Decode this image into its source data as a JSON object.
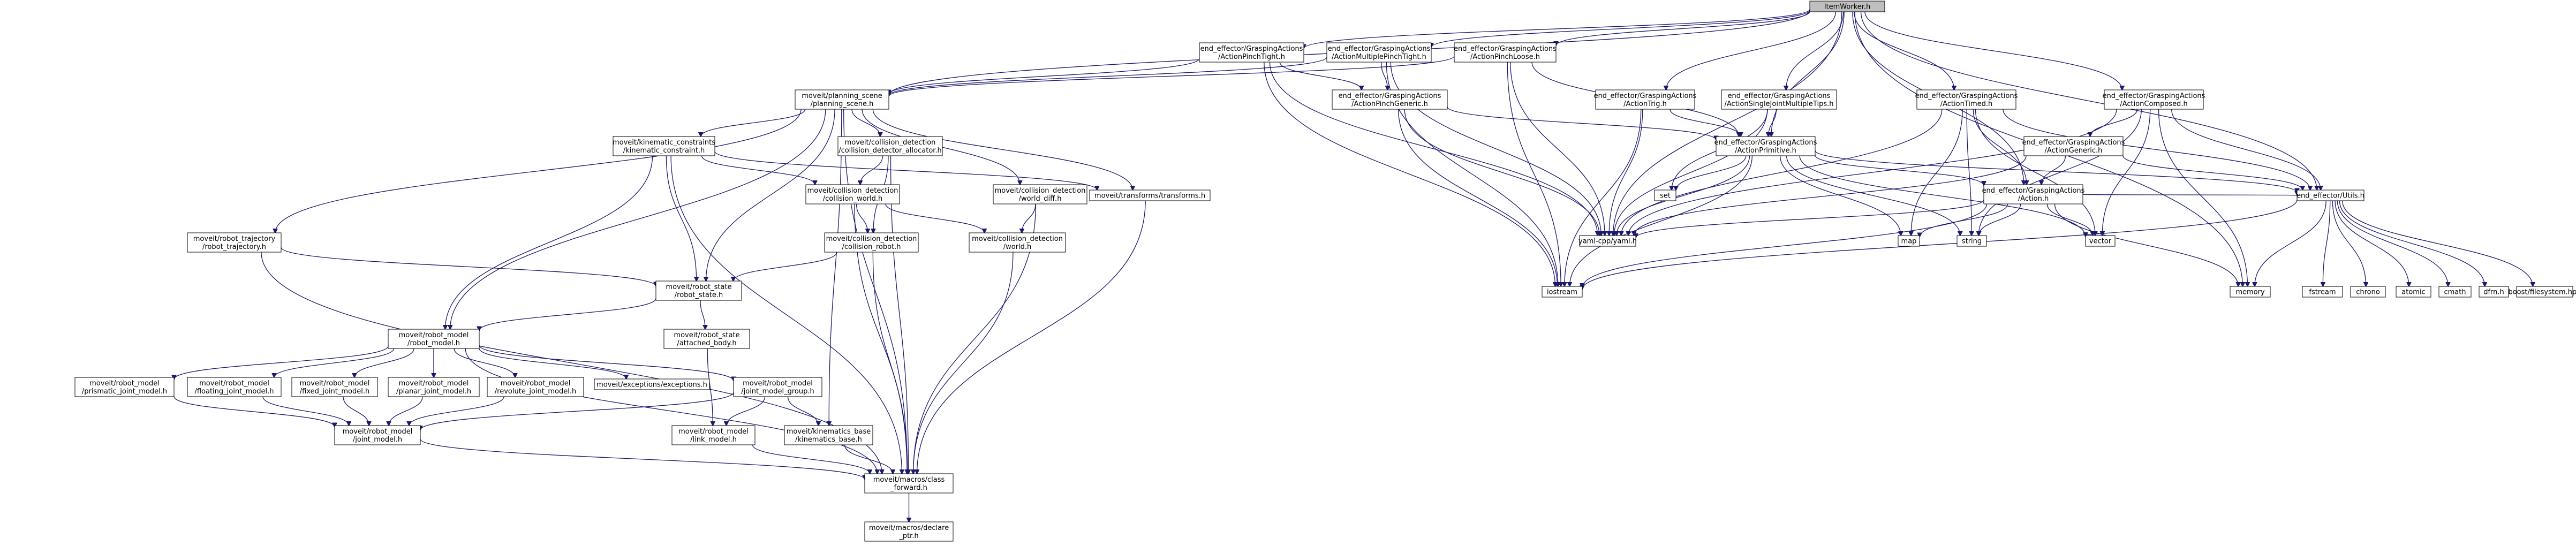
{
  "colors": {
    "edge": "#191970",
    "root_fill": "#bfbfbf",
    "node_border_default": "#000000",
    "node_border_missing": "#ff0000",
    "node_border_external": "#bfbfbf",
    "external_text": "#000000"
  },
  "nodes": [
    {
      "id": "root",
      "lines": [
        "ItemWorker.h"
      ],
      "kind": "root"
    },
    {
      "id": "pinchTight",
      "lines": [
        "end_effector/GraspingActions",
        "/ActionPinchTight.h"
      ],
      "kind": "doc"
    },
    {
      "id": "multiPinch",
      "lines": [
        "end_effector/GraspingActions",
        "/ActionMultiplePinchTight.h"
      ],
      "kind": "doc"
    },
    {
      "id": "pinchLoose",
      "lines": [
        "end_effector/GraspingActions",
        "/ActionPinchLoose.h"
      ],
      "kind": "doc"
    },
    {
      "id": "trig",
      "lines": [
        "end_effector/GraspingActions",
        "/ActionTrig.h"
      ],
      "kind": "doc"
    },
    {
      "id": "singleJoint",
      "lines": [
        "end_effector/GraspingActions",
        "/ActionSingleJointMultipleTips.h"
      ],
      "kind": "doc"
    },
    {
      "id": "timed",
      "lines": [
        "end_effector/GraspingActions",
        "/ActionTimed.h"
      ],
      "kind": "doc"
    },
    {
      "id": "composed",
      "lines": [
        "end_effector/GraspingActions",
        "/ActionComposed.h"
      ],
      "kind": "doc"
    },
    {
      "id": "planScene",
      "lines": [
        "moveit/planning_scene",
        "/planning_scene.h"
      ],
      "kind": "doc"
    },
    {
      "id": "pinchGeneric",
      "lines": [
        "end_effector/GraspingActions",
        "/ActionPinchGeneric.h"
      ],
      "kind": "doc"
    },
    {
      "id": "primitive",
      "lines": [
        "end_effector/GraspingActions",
        "/ActionPrimitive.h"
      ],
      "kind": "doc"
    },
    {
      "id": "generic",
      "lines": [
        "end_effector/GraspingActions",
        "/ActionGeneric.h"
      ],
      "kind": "doc"
    },
    {
      "id": "kinConstr",
      "lines": [
        "moveit/kinematic_constraints",
        "/kinematic_constraint.h"
      ],
      "kind": "doc"
    },
    {
      "id": "collDetAlloc",
      "lines": [
        "moveit/collision_detection",
        "/collision_detector_allocator.h"
      ],
      "kind": "doc"
    },
    {
      "id": "collWorld",
      "lines": [
        "moveit/collision_detection",
        "/collision_world.h"
      ],
      "kind": "missing"
    },
    {
      "id": "worldDiff",
      "lines": [
        "moveit/collision_detection",
        "/world_diff.h"
      ],
      "kind": "doc"
    },
    {
      "id": "transforms",
      "lines": [
        "moveit/transforms/transforms.h"
      ],
      "kind": "doc"
    },
    {
      "id": "action",
      "lines": [
        "end_effector/GraspingActions",
        "/Action.h"
      ],
      "kind": "doc"
    },
    {
      "id": "utils",
      "lines": [
        "end_effector/Utils.h"
      ],
      "kind": "doc"
    },
    {
      "id": "robotTraj",
      "lines": [
        "moveit/robot_trajectory",
        "/robot_trajectory.h"
      ],
      "kind": "doc"
    },
    {
      "id": "collRobot",
      "lines": [
        "moveit/collision_detection",
        "/collision_robot.h"
      ],
      "kind": "missing"
    },
    {
      "id": "world",
      "lines": [
        "moveit/collision_detection",
        "/world.h"
      ],
      "kind": "doc"
    },
    {
      "id": "robotState",
      "lines": [
        "moveit/robot_state",
        "/robot_state.h"
      ],
      "kind": "doc"
    },
    {
      "id": "attachedBody",
      "lines": [
        "moveit/robot_state",
        "/attached_body.h"
      ],
      "kind": "doc"
    },
    {
      "id": "robotModel",
      "lines": [
        "moveit/robot_model",
        "/robot_model.h"
      ],
      "kind": "doc"
    },
    {
      "id": "prismatic",
      "lines": [
        "moveit/robot_model",
        "/prismatic_joint_model.h"
      ],
      "kind": "doc"
    },
    {
      "id": "floating",
      "lines": [
        "moveit/robot_model",
        "/floating_joint_model.h"
      ],
      "kind": "doc"
    },
    {
      "id": "fixed",
      "lines": [
        "moveit/robot_model",
        "/fixed_joint_model.h"
      ],
      "kind": "doc"
    },
    {
      "id": "planar",
      "lines": [
        "moveit/robot_model",
        "/planar_joint_model.h"
      ],
      "kind": "doc"
    },
    {
      "id": "revolute",
      "lines": [
        "moveit/robot_model",
        "/revolute_joint_model.h"
      ],
      "kind": "doc"
    },
    {
      "id": "exceptions",
      "lines": [
        "moveit/exceptions/exceptions.h"
      ],
      "kind": "doc"
    },
    {
      "id": "jointGroup",
      "lines": [
        "moveit/robot_model",
        "/joint_model_group.h"
      ],
      "kind": "doc"
    },
    {
      "id": "jointModel",
      "lines": [
        "moveit/robot_model",
        "/joint_model.h"
      ],
      "kind": "doc"
    },
    {
      "id": "linkModel",
      "lines": [
        "moveit/robot_model",
        "/link_model.h"
      ],
      "kind": "doc"
    },
    {
      "id": "kinBase",
      "lines": [
        "moveit/kinematics_base",
        "/kinematics_base.h"
      ],
      "kind": "doc"
    },
    {
      "id": "classFwd",
      "lines": [
        "moveit/macros/class",
        "_forward.h"
      ],
      "kind": "doc"
    },
    {
      "id": "declarePtr",
      "lines": [
        "moveit/macros/declare",
        "_ptr.h"
      ],
      "kind": "doc"
    },
    {
      "id": "yaml",
      "lines": [
        "yaml-cpp/yaml.h"
      ],
      "kind": "doc"
    },
    {
      "id": "set",
      "lines": [
        "set"
      ],
      "kind": "external"
    },
    {
      "id": "map",
      "lines": [
        "map"
      ],
      "kind": "external"
    },
    {
      "id": "string",
      "lines": [
        "string"
      ],
      "kind": "external"
    },
    {
      "id": "vector",
      "lines": [
        "vector"
      ],
      "kind": "external"
    },
    {
      "id": "iostream",
      "lines": [
        "iostream"
      ],
      "kind": "external"
    },
    {
      "id": "memory",
      "lines": [
        "memory"
      ],
      "kind": "external"
    },
    {
      "id": "fstream",
      "lines": [
        "fstream"
      ],
      "kind": "external"
    },
    {
      "id": "chrono",
      "lines": [
        "chrono"
      ],
      "kind": "external"
    },
    {
      "id": "atomic",
      "lines": [
        "atomic"
      ],
      "kind": "external"
    },
    {
      "id": "cmath",
      "lines": [
        "cmath"
      ],
      "kind": "external"
    },
    {
      "id": "dfrn",
      "lines": [
        "dfrn.h"
      ],
      "kind": "external"
    },
    {
      "id": "boostfs",
      "lines": [
        "boost/filesystem.hpp"
      ],
      "kind": "external"
    }
  ],
  "edges": [
    [
      "root",
      "pinchTight"
    ],
    [
      "root",
      "multiPinch"
    ],
    [
      "root",
      "pinchLoose"
    ],
    [
      "root",
      "trig"
    ],
    [
      "root",
      "singleJoint"
    ],
    [
      "root",
      "timed"
    ],
    [
      "root",
      "composed"
    ],
    [
      "root",
      "primitive"
    ],
    [
      "root",
      "action"
    ],
    [
      "root",
      "utils"
    ],
    [
      "root",
      "yaml"
    ],
    [
      "root",
      "memory"
    ],
    [
      "root",
      "planScene"
    ],
    [
      "pinchTight",
      "planScene"
    ],
    [
      "pinchTight",
      "pinchGeneric"
    ],
    [
      "pinchTight",
      "yaml"
    ],
    [
      "pinchTight",
      "iostream"
    ],
    [
      "multiPinch",
      "planScene"
    ],
    [
      "multiPinch",
      "pinchGeneric"
    ],
    [
      "multiPinch",
      "yaml"
    ],
    [
      "multiPinch",
      "iostream"
    ],
    [
      "pinchLoose",
      "planScene"
    ],
    [
      "pinchLoose",
      "primitive"
    ],
    [
      "pinchLoose",
      "yaml"
    ],
    [
      "pinchLoose",
      "iostream"
    ],
    [
      "trig",
      "primitive"
    ],
    [
      "trig",
      "yaml"
    ],
    [
      "trig",
      "iostream"
    ],
    [
      "singleJoint",
      "primitive"
    ],
    [
      "singleJoint",
      "yaml"
    ],
    [
      "singleJoint",
      "set"
    ],
    [
      "timed",
      "action"
    ],
    [
      "timed",
      "yaml"
    ],
    [
      "timed",
      "map"
    ],
    [
      "timed",
      "string"
    ],
    [
      "timed",
      "vector"
    ],
    [
      "timed",
      "utils"
    ],
    [
      "composed",
      "generic"
    ],
    [
      "composed",
      "utils"
    ],
    [
      "composed",
      "yaml"
    ],
    [
      "composed",
      "memory"
    ],
    [
      "composed",
      "vector"
    ],
    [
      "composed",
      "string"
    ],
    [
      "pinchGeneric",
      "primitive"
    ],
    [
      "pinchGeneric",
      "yaml"
    ],
    [
      "pinchGeneric",
      "iostream"
    ],
    [
      "primitive",
      "action"
    ],
    [
      "primitive",
      "yaml"
    ],
    [
      "primitive",
      "set"
    ],
    [
      "primitive",
      "map"
    ],
    [
      "primitive",
      "string"
    ],
    [
      "primitive",
      "vector"
    ],
    [
      "primitive",
      "iostream"
    ],
    [
      "primitive",
      "utils"
    ],
    [
      "generic",
      "action"
    ],
    [
      "generic",
      "yaml"
    ],
    [
      "generic",
      "utils"
    ],
    [
      "action",
      "utils"
    ],
    [
      "action",
      "yaml"
    ],
    [
      "action",
      "map"
    ],
    [
      "action",
      "string"
    ],
    [
      "action",
      "vector"
    ],
    [
      "action",
      "iostream"
    ],
    [
      "action",
      "memory"
    ],
    [
      "utils",
      "iostream"
    ],
    [
      "utils",
      "memory"
    ],
    [
      "utils",
      "fstream"
    ],
    [
      "utils",
      "chrono"
    ],
    [
      "utils",
      "atomic"
    ],
    [
      "utils",
      "cmath"
    ],
    [
      "utils",
      "dfrn"
    ],
    [
      "utils",
      "boostfs"
    ],
    [
      "planScene",
      "kinConstr"
    ],
    [
      "planScene",
      "collDetAlloc"
    ],
    [
      "planScene",
      "robotTraj"
    ],
    [
      "planScene",
      "transforms"
    ],
    [
      "planScene",
      "worldDiff"
    ],
    [
      "planScene",
      "robotState"
    ],
    [
      "planScene",
      "robotModel"
    ],
    [
      "planScene",
      "classFwd"
    ],
    [
      "planScene",
      "kinBase"
    ],
    [
      "kinConstr",
      "collWorld"
    ],
    [
      "kinConstr",
      "robotState"
    ],
    [
      "kinConstr",
      "robotModel"
    ],
    [
      "kinConstr",
      "transforms"
    ],
    [
      "kinConstr",
      "classFwd"
    ],
    [
      "collDetAlloc",
      "collWorld"
    ],
    [
      "collDetAlloc",
      "collRobot"
    ],
    [
      "collDetAlloc",
      "classFwd"
    ],
    [
      "collWorld",
      "collRobot"
    ],
    [
      "collWorld",
      "world"
    ],
    [
      "collWorld",
      "classFwd"
    ],
    [
      "worldDiff",
      "world"
    ],
    [
      "worldDiff",
      "classFwd"
    ],
    [
      "transforms",
      "classFwd"
    ],
    [
      "robotTraj",
      "robotState"
    ],
    [
      "robotTraj",
      "classFwd"
    ],
    [
      "collRobot",
      "robotState"
    ],
    [
      "collRobot",
      "classFwd"
    ],
    [
      "world",
      "classFwd"
    ],
    [
      "robotState",
      "robotModel"
    ],
    [
      "robotState",
      "attachedBody"
    ],
    [
      "attachedBody",
      "linkModel"
    ],
    [
      "robotModel",
      "prismatic"
    ],
    [
      "robotModel",
      "floating"
    ],
    [
      "robotModel",
      "fixed"
    ],
    [
      "robotModel",
      "planar"
    ],
    [
      "robotModel",
      "revolute"
    ],
    [
      "robotModel",
      "exceptions"
    ],
    [
      "robotModel",
      "jointGroup"
    ],
    [
      "robotModel",
      "classFwd"
    ],
    [
      "prismatic",
      "jointModel"
    ],
    [
      "floating",
      "jointModel"
    ],
    [
      "fixed",
      "jointModel"
    ],
    [
      "planar",
      "jointModel"
    ],
    [
      "revolute",
      "jointModel"
    ],
    [
      "jointGroup",
      "jointModel"
    ],
    [
      "jointGroup",
      "linkModel"
    ],
    [
      "jointGroup",
      "kinBase"
    ],
    [
      "jointModel",
      "classFwd"
    ],
    [
      "linkModel",
      "classFwd"
    ],
    [
      "kinBase",
      "classFwd"
    ],
    [
      "classFwd",
      "declarePtr"
    ]
  ]
}
